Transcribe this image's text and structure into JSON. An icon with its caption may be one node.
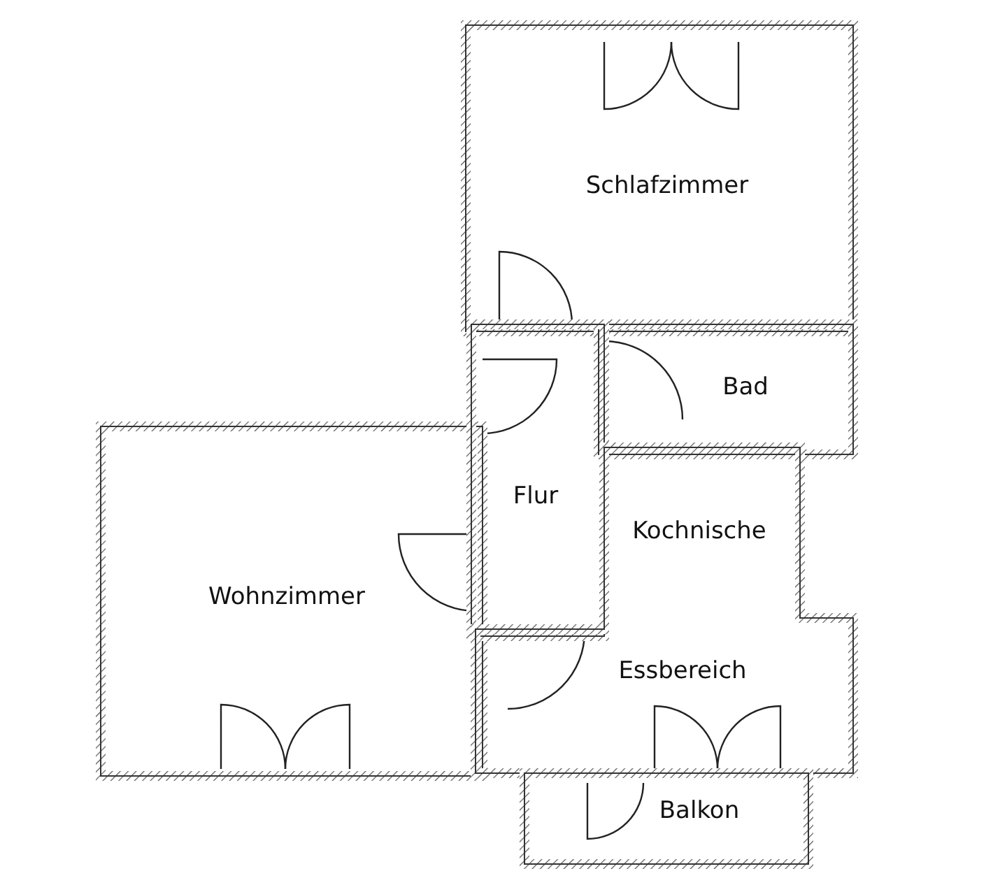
{
  "diagram": {
    "nodes": [
      {
        "text": [
          "Schlafzimmer"
        ]
      },
      {
        "text": [
          "Bad"
        ]
      },
      {
        "text": [
          "Wohnzimmer"
        ]
      },
      {
        "text": [
          "Flur"
        ]
      },
      {
        "text": [
          "Kochnische",
          "Essbereich"
        ]
      },
      {
        "text": [
          "Balkon"
        ]
      }
    ]
  }
}
